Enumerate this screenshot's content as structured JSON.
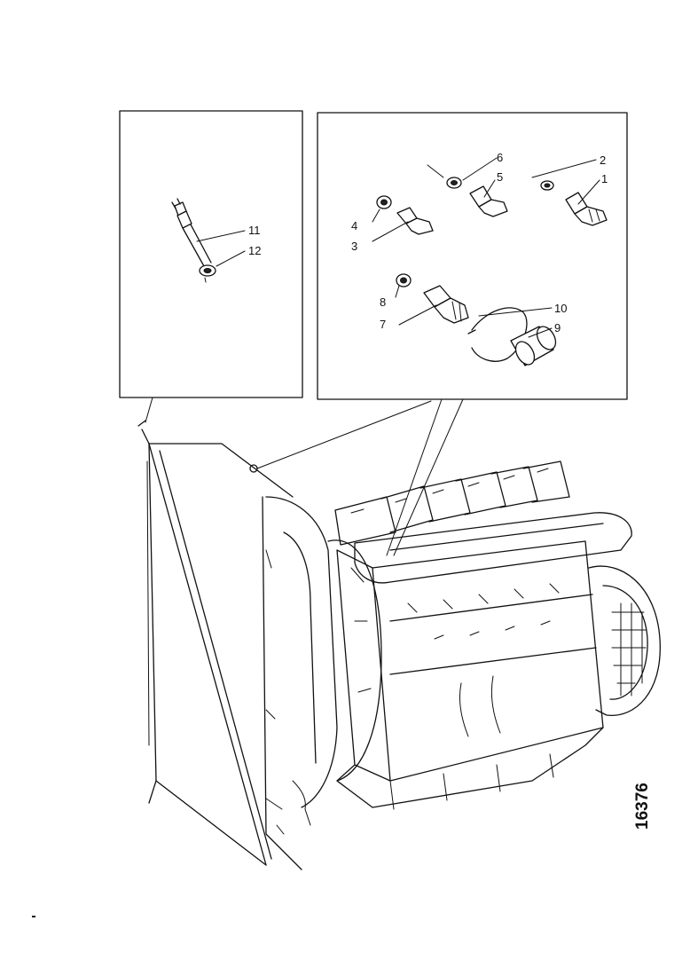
{
  "figure_number": "16376",
  "left_inset": {
    "callouts": [
      {
        "num": "11"
      },
      {
        "num": "12"
      }
    ]
  },
  "right_inset": {
    "callouts": [
      {
        "num": "1"
      },
      {
        "num": "2"
      },
      {
        "num": "3"
      },
      {
        "num": "4"
      },
      {
        "num": "5"
      },
      {
        "num": "6"
      },
      {
        "num": "7"
      },
      {
        "num": "8"
      },
      {
        "num": "9"
      },
      {
        "num": "10"
      }
    ]
  },
  "icons": [
    "engine-drawing",
    "radiator-drawing",
    "sensor-part",
    "sender-unit",
    "starter-motor",
    "washer"
  ]
}
